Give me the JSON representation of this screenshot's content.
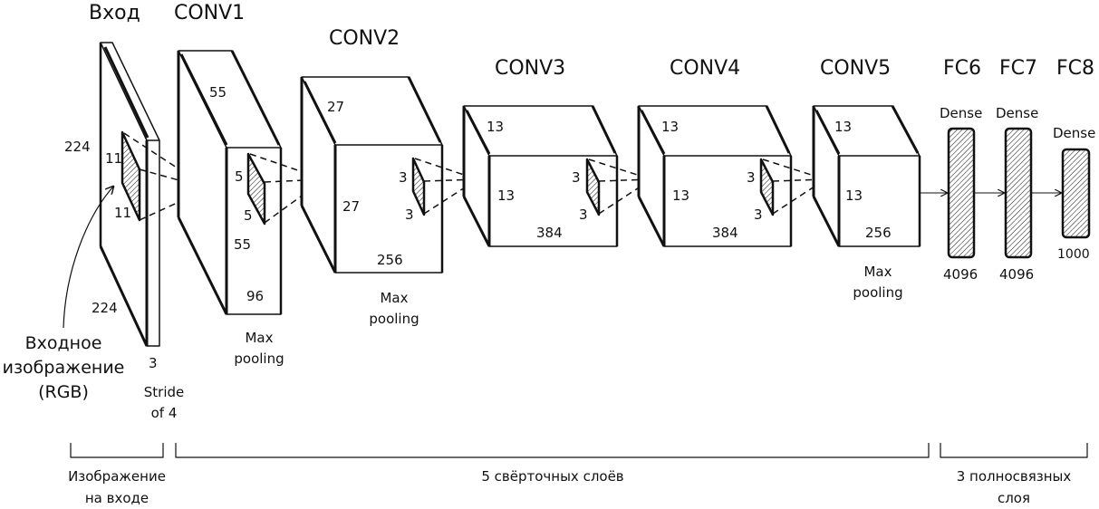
{
  "layers": {
    "input": {
      "title": "Вход",
      "height": "224",
      "width": "224",
      "depth": "3",
      "kernel_h": "11",
      "kernel_w": "11",
      "stride": "Stride\nof 4"
    },
    "conv1": {
      "title": "CONV1",
      "height": "55",
      "width": "55",
      "depth": "96",
      "kernel_h": "5",
      "kernel_w": "5",
      "pool": "Max\npooling"
    },
    "conv2": {
      "title": "CONV2",
      "height": "27",
      "width": "27",
      "depth": "256",
      "kernel_h": "3",
      "kernel_w": "3",
      "pool": "Max\npooling"
    },
    "conv3": {
      "title": "CONV3",
      "height": "13",
      "width": "13",
      "depth": "384",
      "kernel_h": "3",
      "kernel_w": "3"
    },
    "conv4": {
      "title": "CONV4",
      "height": "13",
      "width": "13",
      "depth": "384",
      "kernel_h": "3",
      "kernel_w": "3"
    },
    "conv5": {
      "title": "CONV5",
      "height": "13",
      "width": "13",
      "depth": "256",
      "pool": "Max\npooling"
    },
    "fc6": {
      "title": "FC6",
      "type": "Dense",
      "units": "4096"
    },
    "fc7": {
      "title": "FC7",
      "type": "Dense",
      "units": "4096"
    },
    "fc8": {
      "title": "FC8",
      "type": "Dense",
      "units": "1000"
    }
  },
  "input_annotation": "Входное\nизображение\n(RGB)",
  "groups": {
    "input": "Изображение\nна входе",
    "conv": "5 свёрточных слоёв",
    "fc": "3 полносвязных\nслоя"
  },
  "colors": {
    "ink": "#111111",
    "background": "#ffffff"
  }
}
